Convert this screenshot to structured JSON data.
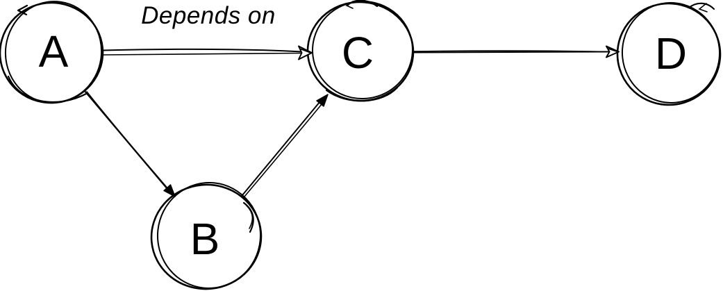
{
  "diagram": {
    "type": "directed-graph",
    "style": "hand-drawn-sketch",
    "background_color": "#ffffff",
    "ink_color": "#000000",
    "nodes": [
      {
        "id": "A",
        "label": "A",
        "shape": "circle"
      },
      {
        "id": "B",
        "label": "B",
        "shape": "circle"
      },
      {
        "id": "C",
        "label": "C",
        "shape": "circle"
      },
      {
        "id": "D",
        "label": "D",
        "shape": "circle"
      }
    ],
    "edges": [
      {
        "from": "A",
        "to": "C",
        "label": "Depends on",
        "arrow_style": "open-triangle"
      },
      {
        "from": "A",
        "to": "B",
        "label": "",
        "arrow_style": "filled-triangle"
      },
      {
        "from": "B",
        "to": "C",
        "label": "",
        "arrow_style": "filled-triangle"
      },
      {
        "from": "C",
        "to": "D",
        "label": "",
        "arrow_style": "open-triangle"
      }
    ]
  }
}
